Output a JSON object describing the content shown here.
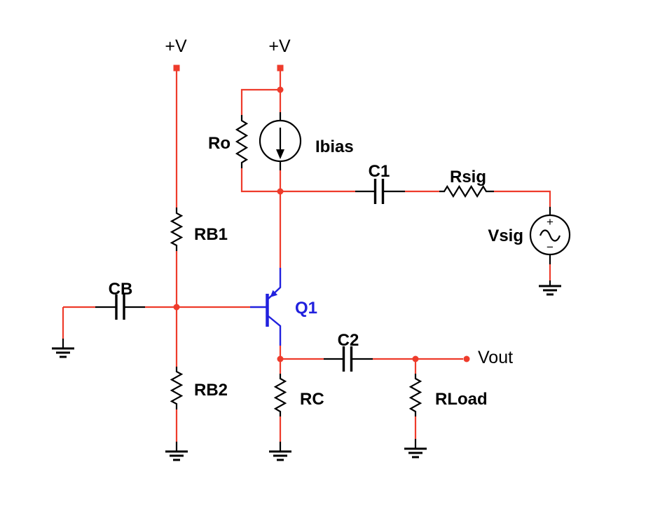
{
  "colors": {
    "background": "#ffffff",
    "wire": "#ee3b2b",
    "component_stroke": "#000000",
    "transistor": "#2121de",
    "label_text": "#000000"
  },
  "power_rails": [
    {
      "label": "+V"
    },
    {
      "label": "+V"
    }
  ],
  "components": [
    {
      "ref": "Ro",
      "type": "resistor"
    },
    {
      "ref": "Ibias",
      "type": "dc-current-source"
    },
    {
      "ref": "C1",
      "type": "capacitor"
    },
    {
      "ref": "Rsig",
      "type": "resistor"
    },
    {
      "ref": "Vsig",
      "type": "ac-voltage-source"
    },
    {
      "ref": "RB1",
      "type": "resistor"
    },
    {
      "ref": "RB2",
      "type": "resistor"
    },
    {
      "ref": "CB",
      "type": "capacitor"
    },
    {
      "ref": "Q1",
      "type": "pnp-transistor"
    },
    {
      "ref": "C2",
      "type": "capacitor"
    },
    {
      "ref": "RC",
      "type": "resistor"
    },
    {
      "ref": "RLoad",
      "type": "resistor"
    }
  ],
  "nets": {
    "output_label": "Vout"
  },
  "vsig_polarity": {
    "plus": "+",
    "minus": "−"
  }
}
